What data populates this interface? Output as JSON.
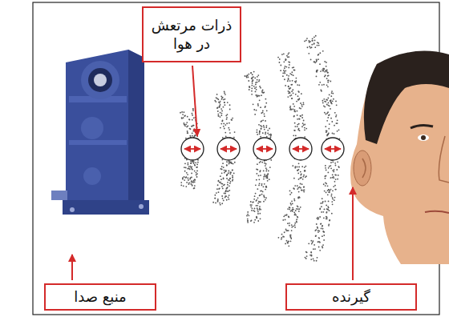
{
  "diagram": {
    "nodes": [
      {
        "text": [
          "ذرات مرتعش در هوا"
        ]
      },
      {
        "text": [
          "منبع صدا"
        ]
      },
      {
        "text": [
          "گیرنده"
        ]
      }
    ]
  }
}
